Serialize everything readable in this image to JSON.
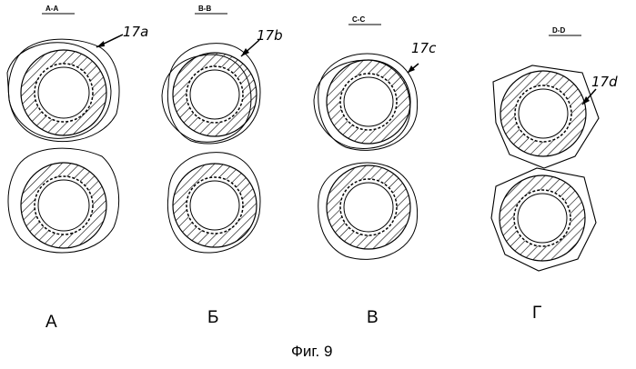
{
  "figure": {
    "caption": "Фиг. 9",
    "panels": [
      {
        "section": "A-A",
        "callout": "17a",
        "caption": "А"
      },
      {
        "section": "B-B",
        "callout": "17b",
        "caption": "Б"
      },
      {
        "section": "C-C",
        "callout": "17c",
        "caption": "В"
      },
      {
        "section": "D-D",
        "callout": "17d",
        "caption": "Г"
      }
    ]
  }
}
